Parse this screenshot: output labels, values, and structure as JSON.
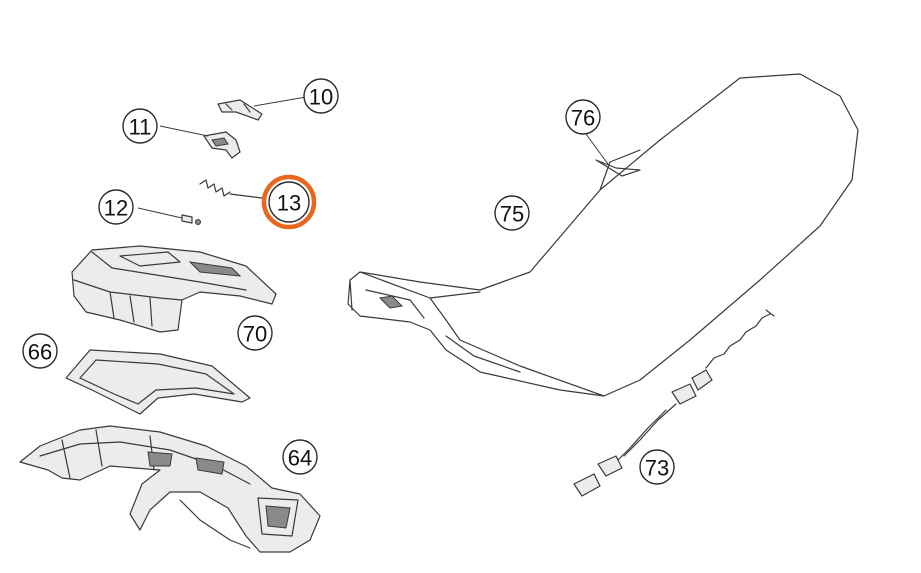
{
  "callouts": [
    {
      "id": "c10",
      "label": "10"
    },
    {
      "id": "c11",
      "label": "11"
    },
    {
      "id": "c12",
      "label": "12"
    },
    {
      "id": "c13",
      "label": "13",
      "highlighted": true
    },
    {
      "id": "c66",
      "label": "66"
    },
    {
      "id": "c70",
      "label": "70"
    },
    {
      "id": "c64",
      "label": "64"
    },
    {
      "id": "c75",
      "label": "75"
    },
    {
      "id": "c76",
      "label": "76"
    },
    {
      "id": "c73",
      "label": "73"
    }
  ],
  "colors": {
    "highlight": "#e8671c",
    "line": "#3a3a3a",
    "background": "#ffffff"
  }
}
